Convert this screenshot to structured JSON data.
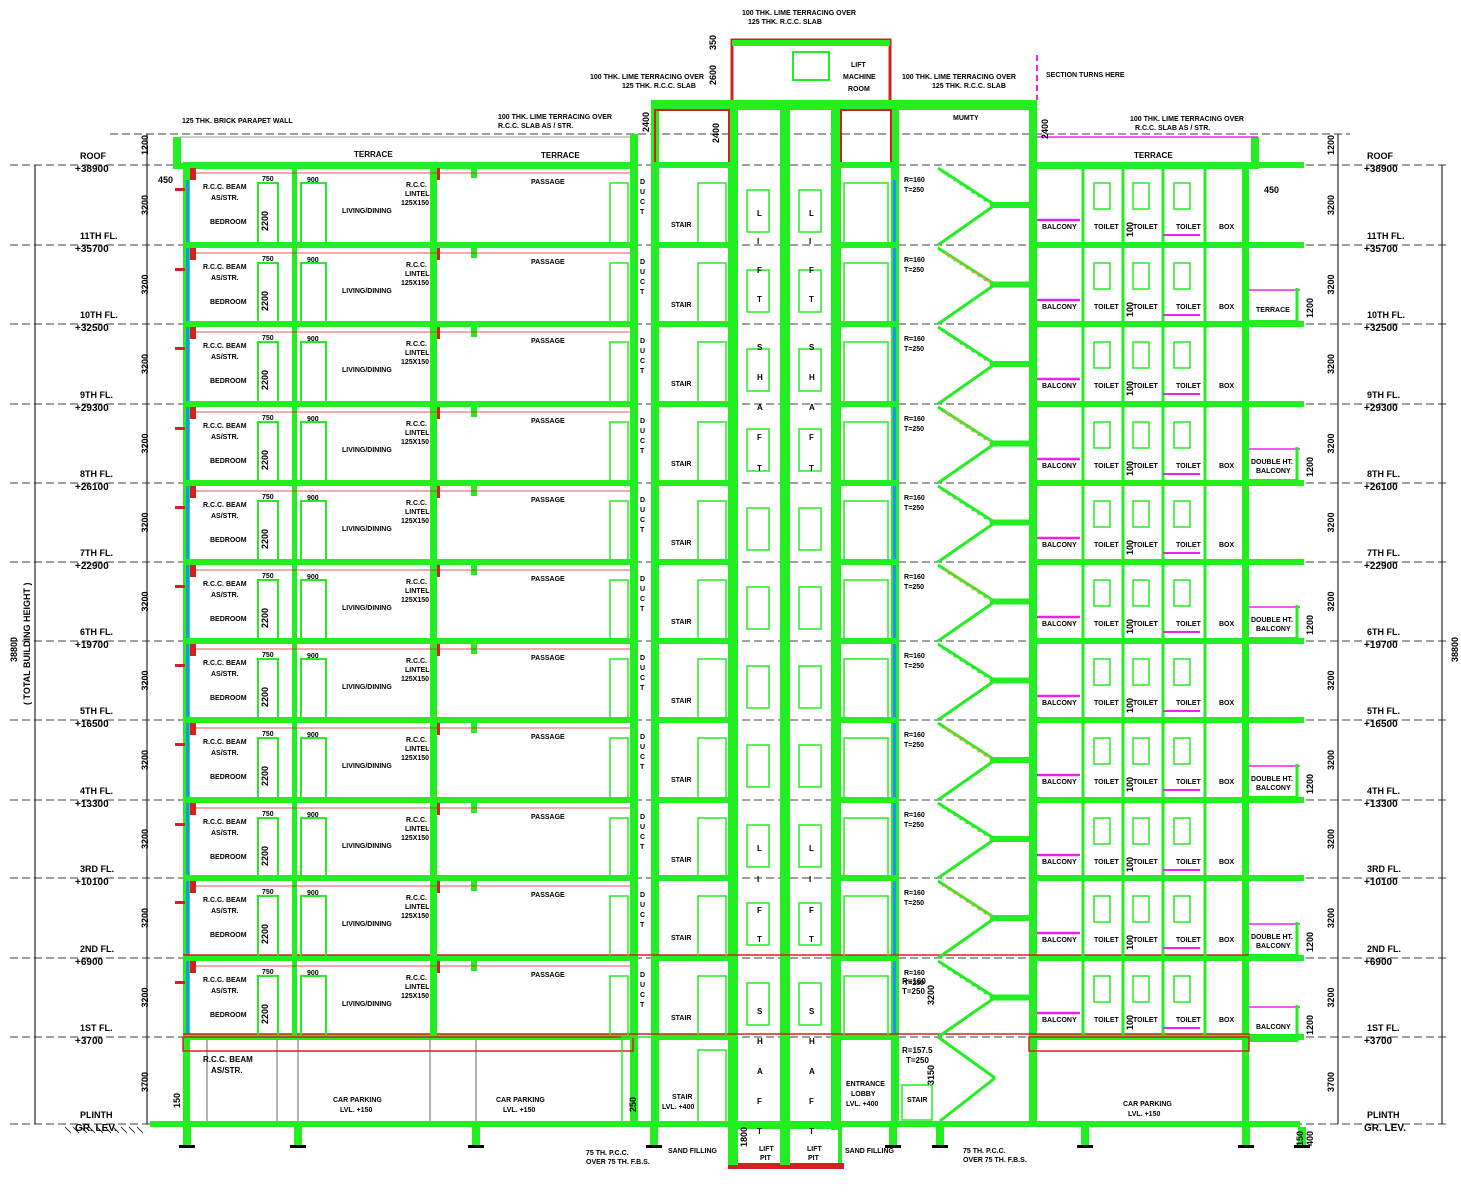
{
  "levels": [
    {
      "name": "ROOF",
      "value": "+38900"
    },
    {
      "name": "11TH_FL.",
      "value": "+35700"
    },
    {
      "name": "10TH_FL.",
      "value": "+32500"
    },
    {
      "name": "9TH_FL.",
      "value": "+29300"
    },
    {
      "name": "8TH_FL.",
      "value": "+26100"
    },
    {
      "name": "7TH_FL.",
      "value": "+22900"
    },
    {
      "name": "6TH_FL.",
      "value": "+19700"
    },
    {
      "name": "5TH_FL.",
      "value": "+16500"
    },
    {
      "name": "4TH_FL.",
      "value": "+13300"
    },
    {
      "name": "3RD_FL.",
      "value": "+10100"
    },
    {
      "name": "2ND_FL.",
      "value": "+6900"
    },
    {
      "name": "1ST_FL.",
      "value": "+3700"
    },
    {
      "name": "PLINTH",
      "value": "GR. LEV."
    }
  ],
  "floor_height_label": "3200",
  "ground_height_label": "3700",
  "parapet_height_label": "1200",
  "plinth_height_label": "150",
  "total_height": "38800",
  "total_height_note": "( TOTAL BUILDING HEIGHT )",
  "unit_labels": {
    "beam": "R.C.C. BEAM",
    "beam2": "AS/STR.",
    "bedroom": "BEDROOM",
    "living": "LIVING/DINING",
    "lintel1": "R.C.C.",
    "lintel2": "LINTEL",
    "lintel3": "125X150",
    "passage": "PASSAGE",
    "duct": [
      "D",
      "U",
      "C",
      "T"
    ],
    "stair": "STAIR",
    "dim750": "750",
    "dim900": "900",
    "dim2200": "2200",
    "riser": "R=160",
    "tread": "T=250",
    "balcony": "BALCONY",
    "toilet": "TOILET",
    "box": "BOX",
    "dim100": "100",
    "dim1200": "1200"
  },
  "lift_letters": [
    "L",
    "I",
    "F",
    "T",
    "S",
    "H",
    "A",
    "F",
    "T"
  ],
  "side_notes": {
    "terrace_right_10": "TERRACE",
    "double_ht": "DOUBLE HT.",
    "balcony": "BALCONY"
  },
  "top_labels": {
    "lime_top1": "100 THK. LIME TERRACING OVER",
    "lime_top2": "125 THK. R.C.C. SLAB",
    "lime_left1": "100 THK. LIME TERRACING OVER",
    "lime_left2": "125 THK. R.C.C. SLAB",
    "lime_right1": "100 THK. LIME TERRACING OVER",
    "lime_right2": "125 THK. R.C.C. SLAB",
    "lime_mid1": "100 THK. LIME TERRACING OVER",
    "lime_mid2": "R.C.C. SLAB AS / STR.",
    "lime_far1": "100 THK. LIME TERRACING OVER",
    "lime_far2": "R.C.C. SLAB AS / STR.",
    "parapet": "125 THK. BRICK PARAPET WALL",
    "section_turns": "SECTION TURNS HERE",
    "lift_room1": "LIFT",
    "lift_room2": "MACHINE",
    "lift_room3": "ROOM",
    "mumty": "MUMTY",
    "terrace": "TERRACE",
    "dim350": "350",
    "dim2600": "2600",
    "dim2400": "2400",
    "dim450": "450"
  },
  "ground_labels": {
    "car_parking": "CAR PARKING",
    "lvl150": "LVL. +150",
    "stair_lvl": "STAIR",
    "lvl400": "LVL. +400",
    "entrance1": "ENTRANCE",
    "entrance2": "LOBBY",
    "sand_filling": "SAND FILLING",
    "lift_pit1": "LIFT",
    "lift_pit2": "PIT",
    "pcc1": "75 TH. P.C.C.",
    "pcc2": "OVER 75 TH. F.B.S.",
    "dim1800": "1800",
    "dim250": "250",
    "dim150": "150",
    "dim400": "400",
    "dim3150": "3150",
    "dim3200": "3200",
    "ground_riser": "R=157.5",
    "ground_tread": "T=250",
    "first_riser": "R=160",
    "first_tread": "T=250"
  }
}
